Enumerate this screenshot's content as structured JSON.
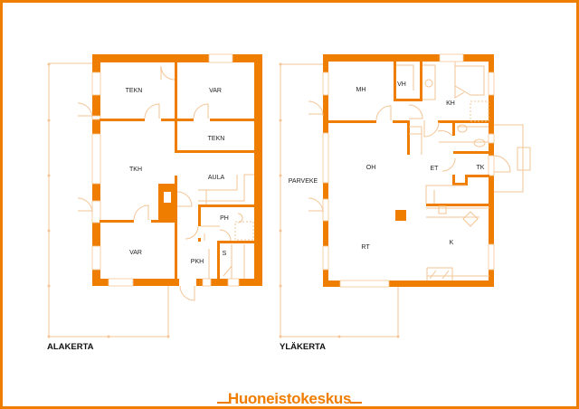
{
  "brand": {
    "name": "Huoneistokeskus",
    "color": "#ef7d00"
  },
  "floors": [
    {
      "name": "ALAKERTA",
      "rooms": [
        "TEKN",
        "VAR",
        "TEKN",
        "TKH",
        "AULA",
        "PH",
        "VAR",
        "PKH",
        "S"
      ]
    },
    {
      "name": "YLÄKERTA",
      "rooms": [
        "MH",
        "VH",
        "KH",
        "OH",
        "ET",
        "TK",
        "PARVEKE",
        "RT",
        "K"
      ]
    }
  ]
}
